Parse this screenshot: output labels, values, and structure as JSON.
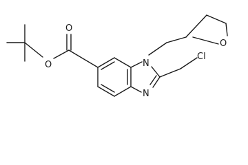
{
  "molecule": {
    "atoms": {
      "ester_o_carbonyl": "O",
      "ester_o_ether": "O",
      "n1": "N",
      "n3": "N",
      "oxetane_o": "O",
      "chlorine": "Cl"
    }
  },
  "colors": {
    "bond": "#1a1a1a",
    "background": "#ffffff"
  }
}
